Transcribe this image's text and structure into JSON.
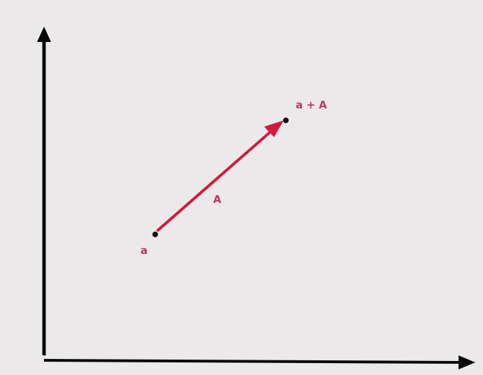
{
  "labels": {
    "start_point": "a",
    "end_point": "a + A",
    "vector": "A"
  },
  "colors": {
    "background": "#ebe9ea",
    "axis": "#0a0a0a",
    "vector": "#d11a3c",
    "label": "#c4345a",
    "point": "#111111"
  }
}
